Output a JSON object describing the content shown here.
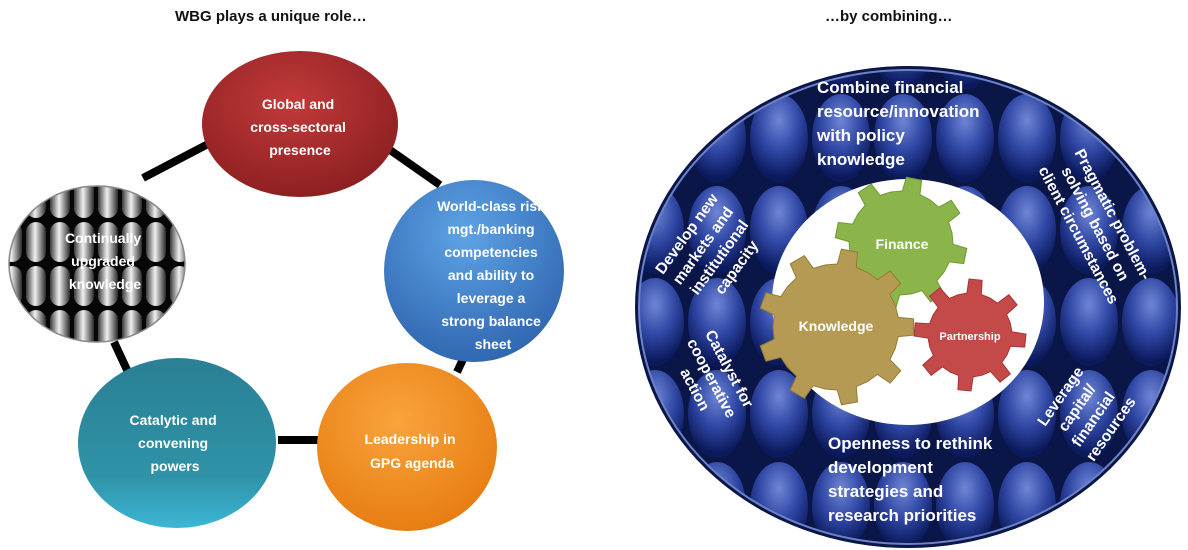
{
  "left": {
    "heading": "WBG plays a unique role…",
    "circles": [
      {
        "lines": [
          "Global and",
          "cross-sectoral",
          "presence"
        ]
      },
      {
        "lines": [
          "World-class risk",
          "mgt./banking",
          "competencies",
          "and ability to",
          "leverage a",
          "strong balance",
          "sheet"
        ]
      },
      {
        "lines": [
          "Leadership in",
          "GPG agenda"
        ]
      },
      {
        "lines": [
          "Catalytic and",
          "convening",
          "powers"
        ]
      },
      {
        "lines": [
          "Continually",
          "upgraded",
          "knowledge"
        ]
      }
    ]
  },
  "right": {
    "heading": "…by combining…",
    "ring": {
      "top": [
        "Combine financial",
        "resource/innovation",
        "with policy",
        "knowledge"
      ],
      "upper_right": [
        "Pragmatic problem-",
        "solving  based on",
        "client circumstances"
      ],
      "lower_right": [
        "Leverage",
        "capital/",
        "financial",
        "resources"
      ],
      "bottom": [
        "Openness to rethink",
        "development",
        "strategies and",
        "research priorities"
      ],
      "lower_left": [
        "Catalyst for",
        "cooperative",
        "action"
      ],
      "upper_left": [
        "Develop new",
        "markets and",
        "institutional",
        "capacity"
      ]
    },
    "gears": {
      "finance": "Finance",
      "knowledge": "Knowledge",
      "partnership": "Partnership"
    }
  },
  "colors": {
    "red": "#a2282a",
    "blue": "#3d7fc9",
    "orange": "#f08e1c",
    "teal": "#2f93a8",
    "navy": "#0c1b57",
    "gear_green": "#8bb54a",
    "gear_tan": "#b49a52",
    "gear_red": "#c44a4a"
  }
}
